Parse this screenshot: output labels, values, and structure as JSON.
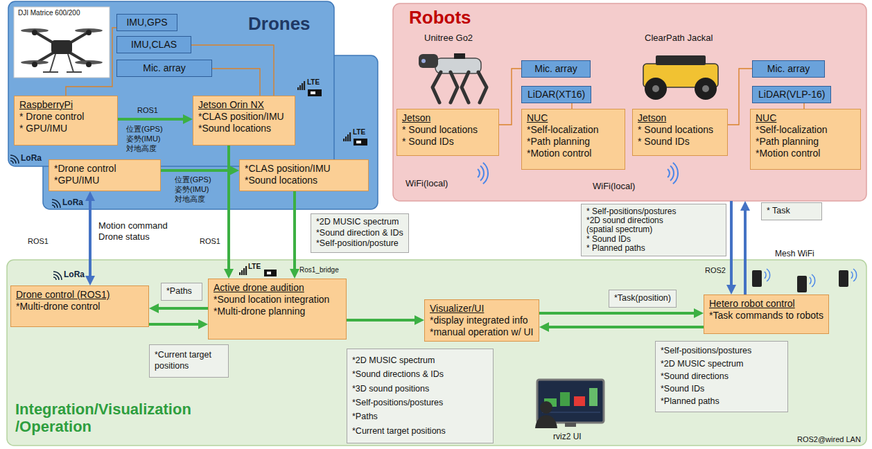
{
  "diagram": {
    "nodes": [
      {
        "text": [
          "Drones"
        ]
      },
      {
        "text": [
          "IMU,GPS"
        ],
        "in": 0
      },
      {
        "text": [
          "IMU,CLAS"
        ],
        "in": 0
      },
      {
        "text": [
          "Mic. array"
        ],
        "in": 0
      },
      {
        "text": [
          "RaspberryPi",
          "* Drone control",
          "* GPU/IMU"
        ],
        "in": 0
      },
      {
        "text": [
          "Jetson Orin NX",
          "*CLAS position/IMU",
          "*Sound locations"
        ],
        "in": 0
      },
      {
        "text": [
          "*Drone control",
          "*GPU/IMU"
        ],
        "in": 0
      },
      {
        "text": [
          "*CLAS position/IMU",
          "*Sound locations"
        ],
        "in": 0
      },
      {
        "text": [
          "Robots"
        ]
      },
      {
        "text": [
          "Mic. array"
        ],
        "in": 8
      },
      {
        "text": [
          "LiDAR(XT16)"
        ],
        "in": 8
      },
      {
        "text": [
          "Jetson",
          "* Sound locations",
          "* Sound IDs"
        ],
        "in": 8
      },
      {
        "text": [
          "NUC",
          "*Self-localization",
          "*Path planning",
          "*Motion control"
        ],
        "in": 8
      },
      {
        "text": [
          "Mic. array"
        ],
        "in": 8
      },
      {
        "text": [
          "LiDAR(VLP-16)"
        ],
        "in": 8
      },
      {
        "text": [
          "Jetson",
          "* Sound locations",
          "* Sound IDs"
        ],
        "in": 8
      },
      {
        "text": [
          "NUC",
          "*Self-localization",
          "*Path planning",
          "*Motion control"
        ],
        "in": 8
      },
      {
        "text": [
          "*2D MUSIC spectrum",
          "*Sound direction & IDs",
          "*Self-position/posture"
        ]
      },
      {
        "text": [
          "* Self-positions/postures",
          "*2D sound directions (spatial spectrum)",
          "* Sound IDs",
          "* Planned paths"
        ]
      },
      {
        "text": [
          "* Task"
        ]
      },
      {
        "text": [
          "Integration/Visualization /Operation"
        ]
      },
      {
        "text": [
          "Drone control (ROS1)",
          "*Multi-drone control"
        ],
        "in": 20
      },
      {
        "text": [
          "Active drone audition",
          "*Sound location integration",
          "*Multi-drone planning"
        ],
        "in": 20
      },
      {
        "text": [
          "Visualizer/UI",
          "*display integrated info",
          "*manual operation w/ UI"
        ],
        "in": 20
      },
      {
        "text": [
          "Hetero robot control",
          "*Task commands to robots"
        ],
        "in": 20
      },
      {
        "text": [
          "*Paths"
        ],
        "in": 20
      },
      {
        "text": [
          "*Current target positions"
        ],
        "in": 20
      },
      {
        "text": [
          "*2D MUSIC spectrum",
          "*Sound directions & IDs",
          "*3D sound positions",
          "*Self-positions/postures",
          "*Paths",
          "*Current target positions"
        ],
        "in": 20
      },
      {
        "text": [
          "*Task(position)"
        ],
        "in": 20
      },
      {
        "text": [
          "*Self-positions/postures",
          "*2D MUSIC spectrum",
          "*Sound directions",
          "*Sound IDs",
          "*Planned paths"
        ],
        "in": 20
      }
    ],
    "edges": [
      {
        "from": 1,
        "to": 4,
        "arrow": "none"
      },
      {
        "from": 2,
        "to": 5,
        "arrow": "none"
      },
      {
        "from": 3,
        "to": 5,
        "arrow": "none"
      },
      {
        "from": 4,
        "to": 5,
        "arrow": "to",
        "label": "位置(GPS) 姿勢(IMU) 対地高度"
      },
      {
        "from": 6,
        "to": 7,
        "arrow": "to",
        "label": "位置(GPS) 姿勢(IMU) 対地高度"
      },
      {
        "from": 5,
        "to": 22,
        "arrow": "to"
      },
      {
        "from": 7,
        "to": 22,
        "arrow": "to"
      },
      {
        "from": 6,
        "to": 21,
        "arrow": "both",
        "label": "Motion command Drone status"
      },
      {
        "from": 22,
        "to": 21,
        "arrow": "to"
      },
      {
        "from": 21,
        "to": 22,
        "arrow": "to"
      },
      {
        "from": 22,
        "to": 23,
        "arrow": "to"
      },
      {
        "from": 23,
        "to": 24,
        "arrow": "to"
      },
      {
        "from": 24,
        "to": 23,
        "arrow": "to"
      },
      {
        "from": 8,
        "to": 24,
        "arrow": "to"
      },
      {
        "from": 24,
        "to": 8,
        "arrow": "to"
      },
      {
        "from": 9,
        "to": 11,
        "arrow": "none"
      },
      {
        "from": 10,
        "to": 12,
        "arrow": "none"
      },
      {
        "from": 13,
        "to": 15,
        "arrow": "none"
      },
      {
        "from": 14,
        "to": 16,
        "arrow": "none"
      }
    ],
    "labels": [
      "DJI Matrice 600/200",
      "LTE",
      "LTE",
      "LoRa",
      "ROS1",
      "LoRa",
      "Unitree Go2",
      "ClearPath Jackal",
      "WiFi(local)",
      "WiFi(local)",
      "ROS1",
      "ROS1",
      "Ros1_bridge",
      "ROS2",
      "Mesh WiFi",
      "LoRa",
      "LTE",
      "rviz2 UI",
      "ROS2@wired LAN"
    ]
  }
}
